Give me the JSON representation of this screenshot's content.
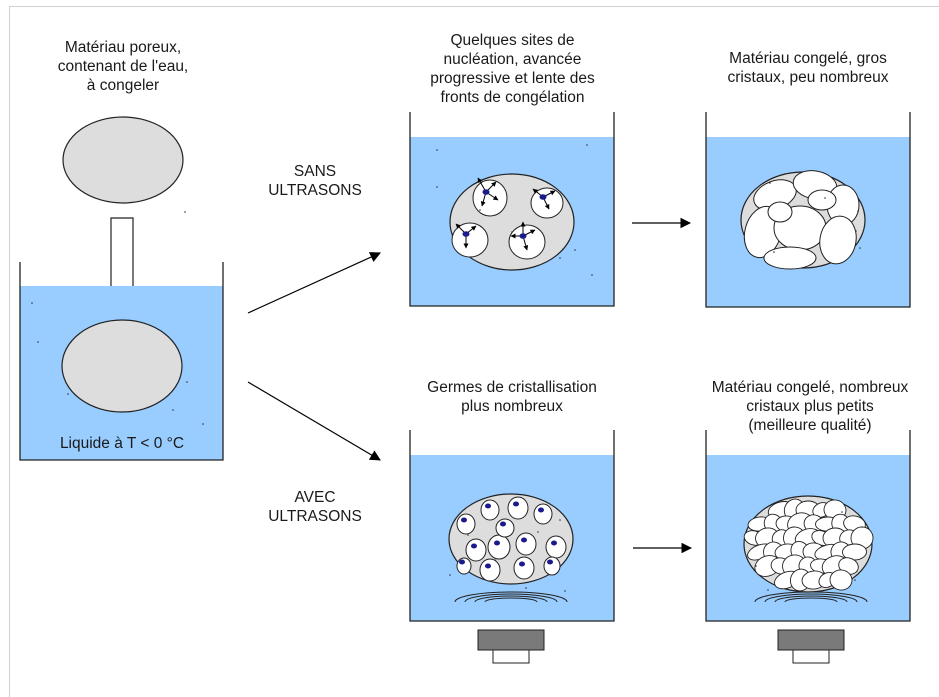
{
  "steps": {
    "start_title": [
      "Matériau poreux,",
      "contenant de l'eau,",
      "à congeler"
    ],
    "liquid_label": "Liquide à T < 0 °C",
    "without_label": [
      "SANS",
      "ULTRASONS"
    ],
    "with_label": [
      "AVEC",
      "ULTRASONS"
    ],
    "nucleation_title": [
      "Quelques sites de",
      "nucléation, avancée",
      "progressive et lente des",
      "fronts de congélation"
    ],
    "frozen_big_title": [
      "Matériau congelé, gros",
      "cristaux, peu nombreux"
    ],
    "germs_title": [
      "Germes de cristallisation",
      "plus nombreux"
    ],
    "frozen_small_title": [
      "Matériau congelé, nombreux",
      "cristaux plus petits",
      "(meilleure qualité)"
    ]
  },
  "colors": {
    "water": "#99ccff",
    "material": "#dddddd",
    "nucleus": "#1a1a8c",
    "transducer": "#7a7a7a"
  }
}
